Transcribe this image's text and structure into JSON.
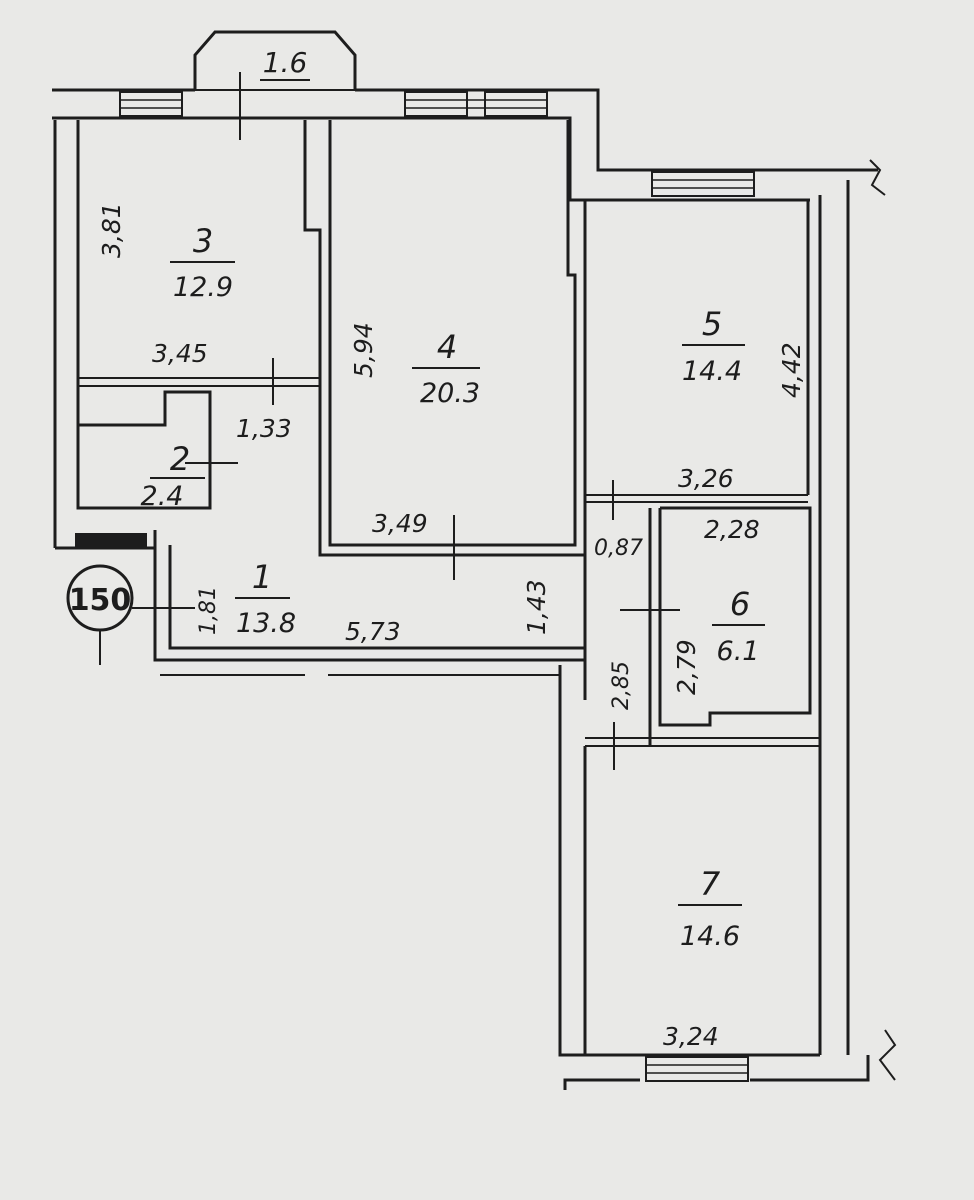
{
  "plan": {
    "marker": "150",
    "balcony": {
      "dim": "1.6"
    },
    "rooms": [
      {
        "id": "room-1",
        "number": "1",
        "area": "13.8"
      },
      {
        "id": "room-2",
        "number": "2",
        "area": "2.4"
      },
      {
        "id": "room-3",
        "number": "3",
        "area": "12.9"
      },
      {
        "id": "room-4",
        "number": "4",
        "area": "20.3"
      },
      {
        "id": "room-5",
        "number": "5",
        "area": "14.4"
      },
      {
        "id": "room-6",
        "number": "6",
        "area": "6.1"
      },
      {
        "id": "room-7",
        "number": "7",
        "area": "14.6"
      }
    ],
    "dims": [
      "3,81",
      "3,45",
      "1,33",
      "5,94",
      "3,49",
      "4,42",
      "3,26",
      "2,28",
      "0,87",
      "1,43",
      "1,81",
      "5,73",
      "2,85",
      "2,79",
      "3,24"
    ]
  },
  "colors": {
    "paper": "#e9e9e7",
    "ink": "#1d1d1d"
  }
}
